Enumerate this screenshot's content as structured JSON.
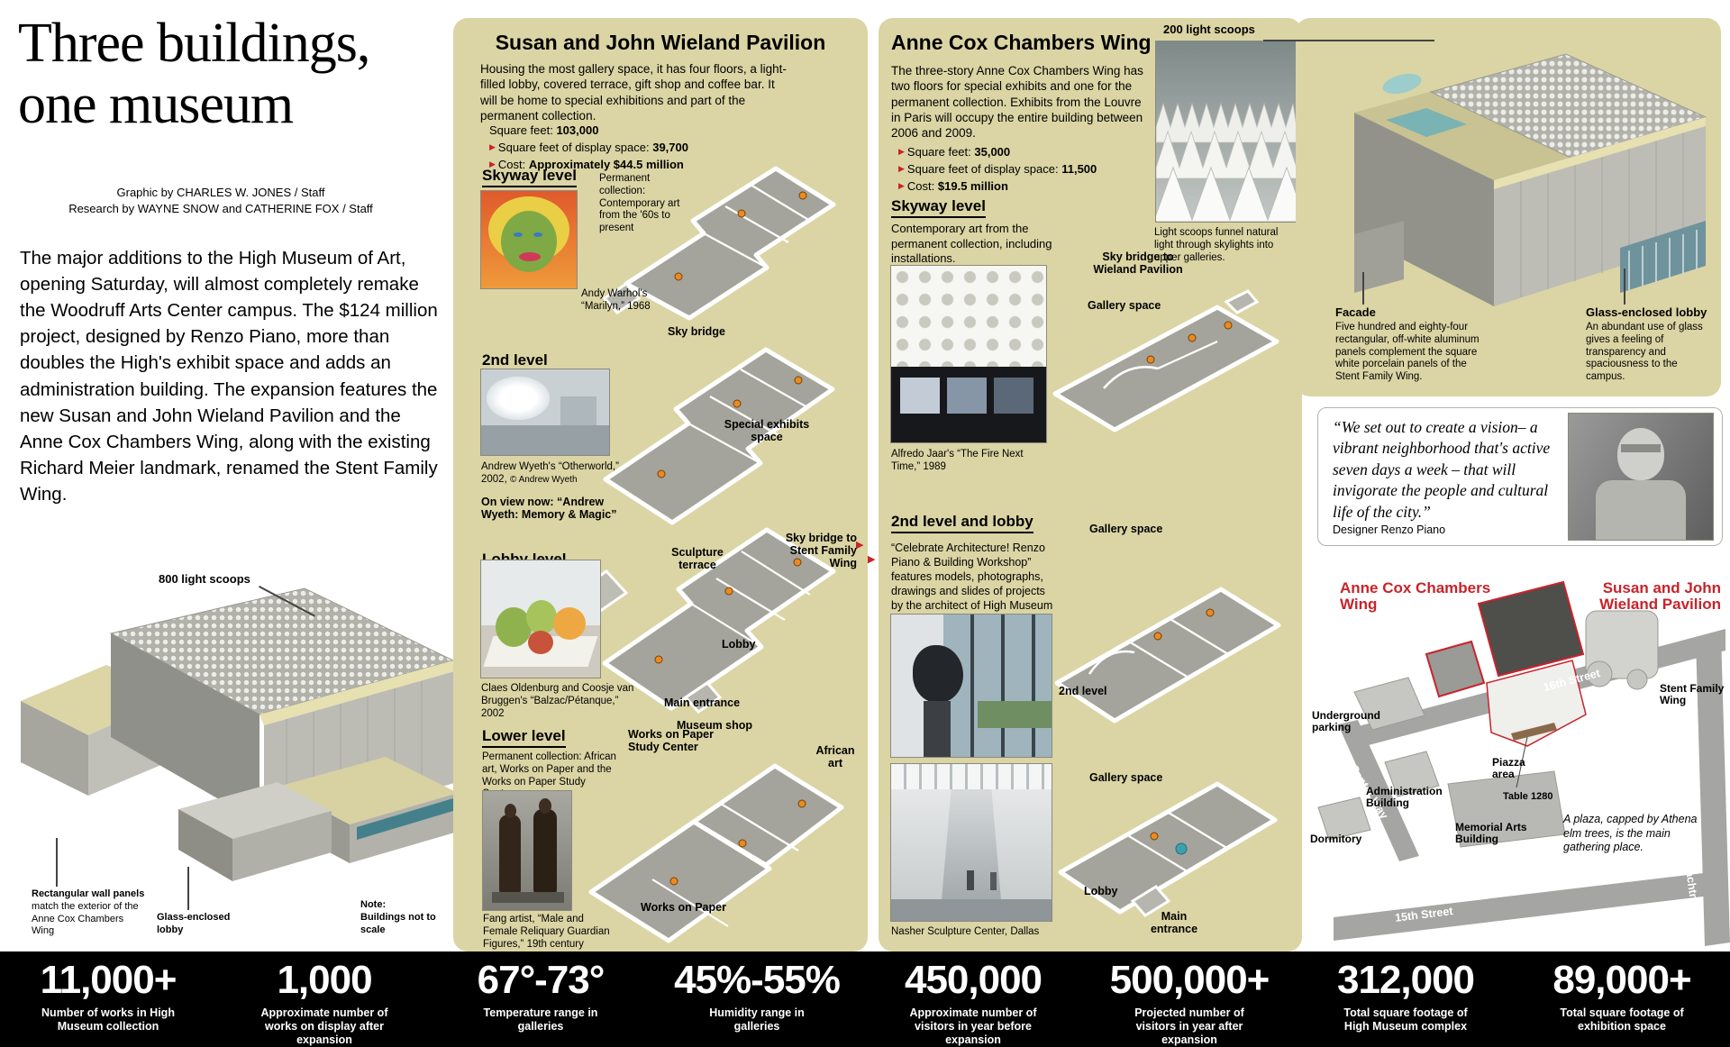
{
  "colors": {
    "tan": "#dbd4a4",
    "accent_red": "#c8232b",
    "bar_black": "#000000"
  },
  "masthead": {
    "title_line1": "Three buildings,",
    "title_line2": "one museum",
    "credit1": "Graphic by CHARLES W. JONES / Staff",
    "credit2": "Research by WAYNE SNOW and CATHERINE FOX / Staff",
    "intro": "The major additions to the High Museum of Art, opening Saturday, will almost completely remake the Woodruff Arts Center campus. The $124 million project, designed by Renzo Piano, more than doubles the High's exhibit space and adds an administration building. The expansion features the new Susan and John Wieland Pavilion and the Anne Cox Chambers Wing, along with the existing Richard Meier landmark, renamed the Stent Family Wing."
  },
  "left_building": {
    "light_scoops": "800 light scoops",
    "wall_panels_head": "Rectangular wall panels",
    "wall_panels_rest": "match the exterior of the Anne Cox Chambers Wing",
    "glass_lobby": "Glass-enclosed lobby",
    "scale_note_head": "Note:",
    "scale_note_rest": "Buildings not to scale"
  },
  "wieland": {
    "title": "Susan and John Wieland Pavilion",
    "description": "Housing the most gallery space, it has four floors, a light-filled lobby, covered terrace, gift shop and coffee bar. It will be home to special exhibitions and part of the permanent collection.",
    "stats": [
      {
        "label": "Square feet:",
        "value": "103,000"
      },
      {
        "label": "Square feet of display space:",
        "value": "39,700"
      },
      {
        "label": "Cost:",
        "value": "Approximately $44.5 million"
      }
    ],
    "skyway_heading": "Skyway level",
    "skyway_note": "Permanent collection: Contemporary art from the '60s to present",
    "warhol_caption": "Andy Warhol's “Marilyn,” 1968",
    "sky_bridge_label": "Sky bridge",
    "level2_heading": "2nd level",
    "wyeth_caption": "Andrew Wyeth's “Otherworld,” 2002,",
    "wyeth_credit": "© Andrew Wyeth",
    "on_view_label": "On view now:",
    "on_view_title": "“Andrew Wyeth: Memory & Magic”",
    "special_exhibits_label": "Special exhibits space",
    "lobby_heading": "Lobby level",
    "sculpture_terrace_label": "Sculpture terrace",
    "sky_bridge_stent_label": "Sky bridge to Stent Family Wing",
    "lobby_label": "Lobby",
    "oldenburg_caption": "Claes Oldenburg and Coosje van Bruggen's “Balzac/Pétanque,” 2002",
    "main_entrance_label": "Main entrance",
    "museum_shop_label": "Museum shop",
    "lower_heading": "Lower level",
    "lower_note": "Permanent collection: African art, Works on Paper and the Works on Paper Study Center",
    "wop_center_label": "Works on Paper Study Center",
    "african_art_label": "African art",
    "wop_label": "Works on Paper",
    "fang_caption": "Fang artist, “Male and Female Reliquary Guardian Figures,” 19th century"
  },
  "cox": {
    "title": "Anne Cox Chambers Wing",
    "description": "The three-story Anne Cox Chambers Wing has two floors for special exhibits and one for the permanent collection. Exhibits from the Louvre in Paris will occupy the entire building between 2006 and 2009.",
    "stats": [
      {
        "label": "Square feet:",
        "value": "35,000"
      },
      {
        "label": "Square feet of display space:",
        "value": "11,500"
      },
      {
        "label": "Cost:",
        "value": "$19.5 million"
      }
    ],
    "skyway_heading": "Skyway level",
    "skyway_note": "Contemporary art from the permanent collection, including installations.",
    "sky_bridge_label": "Sky bridge to Wieland Pavilion",
    "gallery_label_skyway": "Gallery space",
    "jaar_caption": "Alfredo Jaar's “The Fire Next Time,” 1989",
    "level2_heading": "2nd level and lobby",
    "level2_note": "“Celebrate Architecture! Renzo Piano & Building Workshop” features models, photographs, drawings and slides of projects by the architect of High Museum expansion, Renzo Piano.",
    "gallery_label_2nd": "Gallery space",
    "level2_label": "2nd level",
    "gallery_label_lobby": "Gallery space",
    "lobby_label": "Lobby",
    "main_entrance_label": "Main entrance",
    "nasher_caption": "Nasher Sculpture Center, Dallas",
    "scoops_label": "200 light scoops",
    "scoops_caption": "Light scoops funnel natural light through skylights into upper galleries."
  },
  "right_building": {
    "facade_heading": "Facade",
    "facade_text": "Five hundred and eighty-four rectangular, off-white aluminum panels complement the square white porcelain panels of the Stent Family Wing.",
    "glass_heading": "Glass-enclosed lobby",
    "glass_text": "An abundant use of glass gives a feeling of transparency and spaciousness to the campus."
  },
  "quote": {
    "text": "“We set out to create a vision– a vibrant neighborhood that's active seven days a week – that will invigorate the people and cultural life of the city.”",
    "attribution": "Designer Renzo Piano"
  },
  "map": {
    "cox_title": "Anne Cox Chambers Wing",
    "wieland_title": "Susan and John Wieland Pavilion",
    "streets": {
      "s16": "16th Street",
      "s15": "15th Street",
      "peachtree": "Peachtree Street",
      "artscenter": "Arts Center Way"
    },
    "labels": {
      "stent": "Stent Family Wing",
      "underground": "Underground parking",
      "admin": "Administration Building",
      "dormitory": "Dormitory",
      "memorial": "Memorial Arts Building",
      "piazza": "Piazza area",
      "table": "Table 1280"
    },
    "plaza_caption": "A plaza, capped by Athena elm trees, is the main gathering place."
  },
  "bottom_stats": [
    {
      "value": "11,000+",
      "label": "Number of works in High Museum collection"
    },
    {
      "value": "1,000",
      "label": "Approximate number of works on display after expansion"
    },
    {
      "value": "67°-73°",
      "label": "Temperature range in galleries"
    },
    {
      "value": "45%-55%",
      "label": "Humidity range in galleries"
    },
    {
      "value": "450,000",
      "label": "Approximate number of visitors in year before expansion"
    },
    {
      "value": "500,000+",
      "label": "Projected number of visitors in year after expansion"
    },
    {
      "value": "312,000",
      "label": "Total square footage of High Museum complex"
    },
    {
      "value": "89,000+",
      "label": "Total square footage of exhibition space"
    }
  ]
}
